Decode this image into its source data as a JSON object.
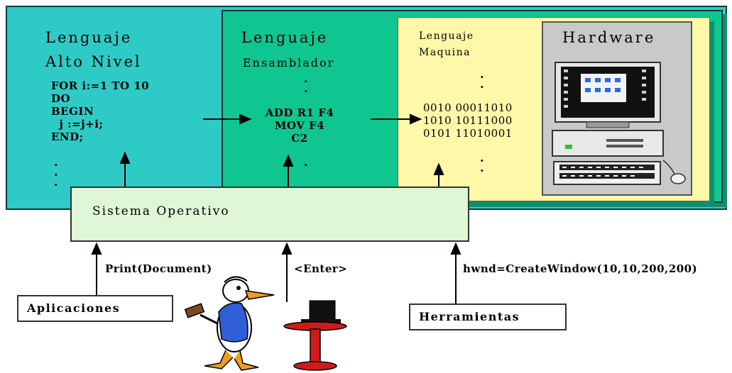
{
  "layers": {
    "high": {
      "title_1": "Lenguaje",
      "title_2": "Alto Nivel",
      "code": [
        "FOR i:=1 TO 10",
        "DO",
        "BEGIN",
        "  j :=j+i;",
        "END;"
      ]
    },
    "asm": {
      "title_1": "Lenguaje",
      "title_2": "Ensamblador",
      "code": [
        "ADD R1 F4",
        "MOV F4",
        "C2"
      ]
    },
    "machine": {
      "title_1": "Lenguaje",
      "title_2": "Maquina",
      "code": [
        "0010 00011010",
        "1010 10111000",
        "0101 11010001"
      ]
    },
    "hardware": {
      "title": "Hardware"
    }
  },
  "os": {
    "label": "Sistema Operativo"
  },
  "users": {
    "apps": {
      "label": "Aplicaciones",
      "call": "Print(Document)"
    },
    "user": {
      "call": "<Enter>"
    },
    "tools": {
      "label": "Herramientas",
      "call": "hwnd=CreateWindow(10,10,200,200)"
    }
  }
}
